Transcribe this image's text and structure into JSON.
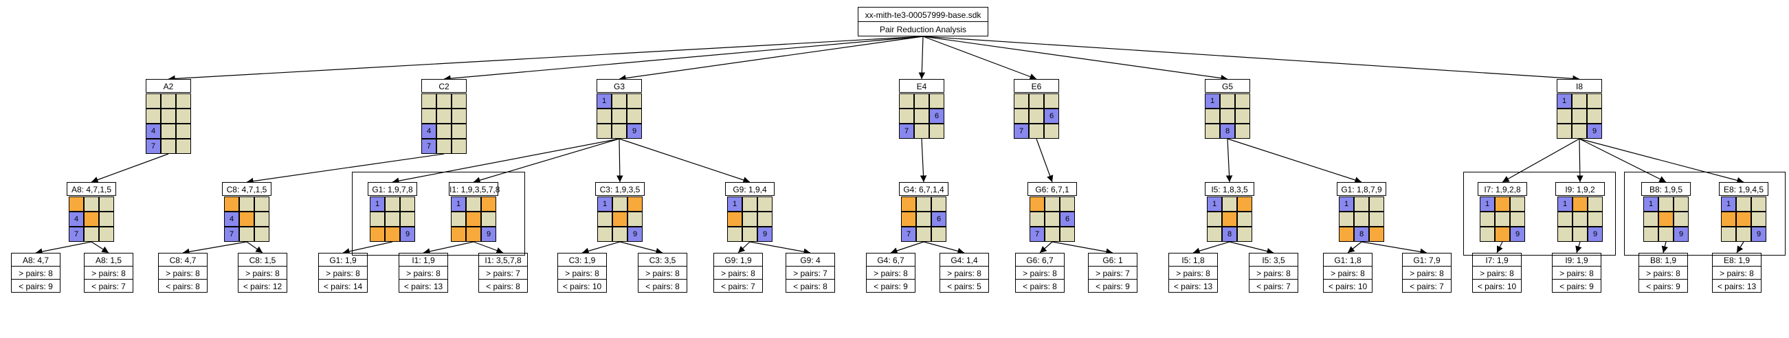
{
  "root": {
    "file": "xx-mith-te3-00057999-base.sdk",
    "subtitle": "Pair Reduction Analysis"
  },
  "colors": {
    "empty": "#dedbb7",
    "blue": "#8888ee",
    "orange": "#f7a93b"
  },
  "nodes": [
    {
      "id": "A2",
      "label": "A2",
      "cells": [
        "0",
        "0",
        "0",
        "0",
        "0",
        "0",
        "1:4",
        "0",
        "0",
        "1:7",
        "0",
        "0"
      ]
    },
    {
      "id": "C2",
      "label": "C2",
      "cells": [
        "0",
        "0",
        "0",
        "0",
        "0",
        "0",
        "1:4",
        "0",
        "0",
        "1:7",
        "0",
        "0"
      ]
    },
    {
      "id": "G3",
      "label": "G3",
      "cells": [
        "1:1",
        "0",
        "0",
        "0",
        "0",
        "0",
        "0",
        "0",
        "1:9"
      ]
    },
    {
      "id": "E4",
      "label": "E4",
      "cells": [
        "0",
        "0",
        "0",
        "0",
        "0",
        "1:6",
        "1:7",
        "0",
        "0"
      ]
    },
    {
      "id": "E6",
      "label": "E6",
      "cells": [
        "0",
        "0",
        "0",
        "0",
        "0",
        "1:6",
        "1:7",
        "0",
        "0"
      ]
    },
    {
      "id": "G5",
      "label": "G5",
      "cells": [
        "1:1",
        "0",
        "0",
        "0",
        "0",
        "0",
        "0",
        "1:8",
        "0"
      ]
    },
    {
      "id": "I8",
      "label": "I8",
      "cells": [
        "1:1",
        "0",
        "0",
        "0",
        "0",
        "0",
        "0",
        "0",
        "1:9"
      ]
    },
    {
      "id": "A8",
      "label": "A8: 4,7,1,5",
      "cells": [
        "2",
        "0",
        "0",
        "1:4",
        "2",
        "0",
        "1:7",
        "0",
        "0"
      ]
    },
    {
      "id": "C8",
      "label": "C8: 4,7,1,5",
      "cells": [
        "2",
        "0",
        "0",
        "1:4",
        "2",
        "0",
        "1:7",
        "0",
        "0"
      ]
    },
    {
      "id": "G1a",
      "label": "G1: 1,9,7,8",
      "cells": [
        "1:1",
        "0",
        "0",
        "0",
        "0",
        "0",
        "2",
        "2",
        "1:9"
      ]
    },
    {
      "id": "I1",
      "label": "I1: 1,9,3,5,7,8",
      "cells": [
        "1:1",
        "0",
        "2",
        "0",
        "2",
        "0",
        "2",
        "2",
        "1:9"
      ]
    },
    {
      "id": "C3",
      "label": "C3: 1,9,3,5",
      "cells": [
        "1:1",
        "0",
        "2",
        "0",
        "2",
        "0",
        "0",
        "0",
        "1:9"
      ]
    },
    {
      "id": "G9",
      "label": "G9: 1,9,4",
      "cells": [
        "1:1",
        "0",
        "0",
        "2",
        "0",
        "0",
        "0",
        "0",
        "1:9"
      ]
    },
    {
      "id": "G4",
      "label": "G4: 6,7,1,4",
      "cells": [
        "2",
        "0",
        "0",
        "2",
        "0",
        "1:6",
        "1:7",
        "0",
        "0"
      ]
    },
    {
      "id": "G6",
      "label": "G6: 6,7,1",
      "cells": [
        "2",
        "0",
        "0",
        "0",
        "0",
        "1:6",
        "1:7",
        "0",
        "0"
      ]
    },
    {
      "id": "I5",
      "label": "I5: 1,8,3,5",
      "cells": [
        "1:1",
        "0",
        "2",
        "0",
        "2",
        "0",
        "0",
        "1:8",
        "0"
      ]
    },
    {
      "id": "G1b",
      "label": "G1: 1,8,7,9",
      "cells": [
        "1:1",
        "0",
        "0",
        "0",
        "0",
        "0",
        "2",
        "1:8",
        "2"
      ]
    },
    {
      "id": "I7",
      "label": "I7: 1,9,2,8",
      "cells": [
        "1:1",
        "2",
        "0",
        "0",
        "0",
        "0",
        "0",
        "2",
        "1:9"
      ]
    },
    {
      "id": "I9",
      "label": "I9: 1,9,2",
      "cells": [
        "1:1",
        "2",
        "0",
        "0",
        "0",
        "0",
        "0",
        "0",
        "1:9"
      ]
    },
    {
      "id": "B8",
      "label": "B8: 1,9,5",
      "cells": [
        "1:1",
        "0",
        "0",
        "0",
        "2",
        "0",
        "0",
        "0",
        "1:9"
      ]
    },
    {
      "id": "E8",
      "label": "E8: 1,9,4,5",
      "cells": [
        "1:1",
        "0",
        "0",
        "2",
        "2",
        "0",
        "0",
        "0",
        "1:9"
      ]
    }
  ],
  "leaves": [
    {
      "id": "L1",
      "title": "A8: 4,7",
      "gt": "> pairs: 8",
      "lt": "< pairs: 9"
    },
    {
      "id": "L2",
      "title": "A8: 1,5",
      "gt": "> pairs: 8",
      "lt": "< pairs: 7"
    },
    {
      "id": "L3",
      "title": "C8: 4,7",
      "gt": "> pairs: 8",
      "lt": "< pairs: 8"
    },
    {
      "id": "L4",
      "title": "C8: 1,5",
      "gt": "> pairs: 8",
      "lt": "< pairs: 12"
    },
    {
      "id": "L5",
      "title": "G1: 1,9",
      "gt": "> pairs: 8",
      "lt": "< pairs: 14"
    },
    {
      "id": "L6",
      "title": "I1: 1,9",
      "gt": "> pairs: 8",
      "lt": "< pairs: 13"
    },
    {
      "id": "L7",
      "title": "I1: 3,5,7,8",
      "gt": "> pairs: 7",
      "lt": "< pairs: 8"
    },
    {
      "id": "L8",
      "title": "C3: 1,9",
      "gt": "> pairs: 8",
      "lt": "< pairs: 10"
    },
    {
      "id": "L9",
      "title": "C3: 3,5",
      "gt": "> pairs: 8",
      "lt": "< pairs: 8"
    },
    {
      "id": "L10",
      "title": "G9: 1,9",
      "gt": "> pairs: 8",
      "lt": "< pairs: 7"
    },
    {
      "id": "L11",
      "title": "G9: 4",
      "gt": "> pairs: 7",
      "lt": "< pairs: 8"
    },
    {
      "id": "L12",
      "title": "G4: 6,7",
      "gt": "> pairs: 8",
      "lt": "< pairs: 9"
    },
    {
      "id": "L13",
      "title": "G4: 1,4",
      "gt": "> pairs: 8",
      "lt": "< pairs: 5"
    },
    {
      "id": "L14",
      "title": "G6: 6,7",
      "gt": "> pairs: 8",
      "lt": "< pairs: 8"
    },
    {
      "id": "L15",
      "title": "G6: 1",
      "gt": "> pairs: 7",
      "lt": "< pairs: 9"
    },
    {
      "id": "L16",
      "title": "I5: 1,8",
      "gt": "> pairs: 8",
      "lt": "< pairs: 13"
    },
    {
      "id": "L17",
      "title": "I5: 3,5",
      "gt": "> pairs: 8",
      "lt": "< pairs: 7"
    },
    {
      "id": "L18",
      "title": "G1: 1,8",
      "gt": "> pairs: 8",
      "lt": "< pairs: 10"
    },
    {
      "id": "L19",
      "title": "G1: 7,9",
      "gt": "> pairs: 8",
      "lt": "< pairs: 7"
    },
    {
      "id": "L20",
      "title": "I7: 1,9",
      "gt": "> pairs: 8",
      "lt": "< pairs: 10"
    },
    {
      "id": "L21",
      "title": "I9: 1,9",
      "gt": "> pairs: 8",
      "lt": "< pairs: 9"
    },
    {
      "id": "L22",
      "title": "B8: 1,9",
      "gt": "> pairs: 8",
      "lt": "< pairs: 9"
    },
    {
      "id": "L23",
      "title": "E8: 1,9",
      "gt": "> pairs: 8",
      "lt": "< pairs: 13"
    }
  ]
}
